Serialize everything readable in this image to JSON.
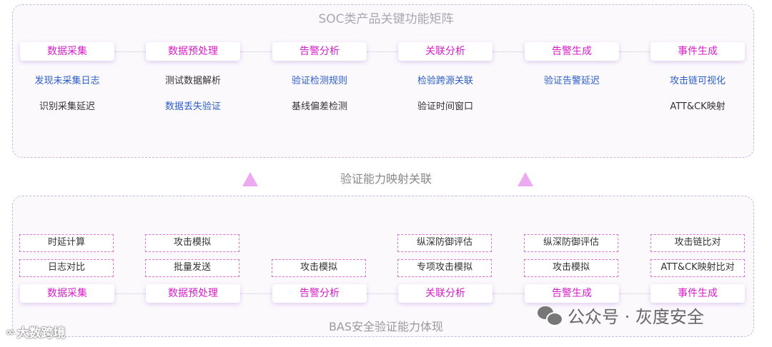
{
  "top_section": {
    "title": "SOC类产品关键功能矩阵",
    "stages": [
      "数据采集",
      "数据预处理",
      "告警分析",
      "关联分析",
      "告警生成",
      "事件生成"
    ],
    "row1": [
      {
        "text": "发现未采集日志",
        "color": "#2a5ec9"
      },
      {
        "text": "测试数据解析",
        "color": "#333333"
      },
      {
        "text": "验证检测规则",
        "color": "#2a5ec9"
      },
      {
        "text": "检验跨源关联",
        "color": "#2a5ec9"
      },
      {
        "text": "验证告警延迟",
        "color": "#2a5ec9"
      },
      {
        "text": "攻击链可视化",
        "color": "#2a5ec9"
      }
    ],
    "row2": [
      {
        "text": "识别采集延迟",
        "color": "#333333"
      },
      {
        "text": "数据丢失验证",
        "color": "#2a5ec9"
      },
      {
        "text": "基线偏差检测",
        "color": "#333333"
      },
      {
        "text": "验证时间窗口",
        "color": "#333333"
      },
      {
        "text": "",
        "color": "#333333"
      },
      {
        "text": "ATT&CK映射",
        "color": "#333333"
      }
    ]
  },
  "middle_label": "验证能力映射关联",
  "bottom_section": {
    "title": "BAS安全验证能力体现",
    "stages": [
      "数据采集",
      "数据预处理",
      "告警分析",
      "关联分析",
      "告警生成",
      "事件生成"
    ],
    "boxes": [
      [
        "时延计算",
        "日志对比"
      ],
      [
        "攻击模拟",
        "批量发送"
      ],
      [
        "攻击模拟"
      ],
      [
        "纵深防御评估",
        "专项攻击模拟"
      ],
      [
        "纵深防御评估",
        "攻击模拟"
      ],
      [
        "攻击链比对",
        "ATT&CK映射比对"
      ]
    ]
  },
  "watermarks": {
    "left": "大数跨境",
    "right": "公众号 · 灰度安全"
  },
  "colors": {
    "stage_text": "#d41fc6",
    "highlight_text": "#2a5ec9",
    "box_border": "#e06fd6",
    "arrow": "#ecaaf0"
  }
}
